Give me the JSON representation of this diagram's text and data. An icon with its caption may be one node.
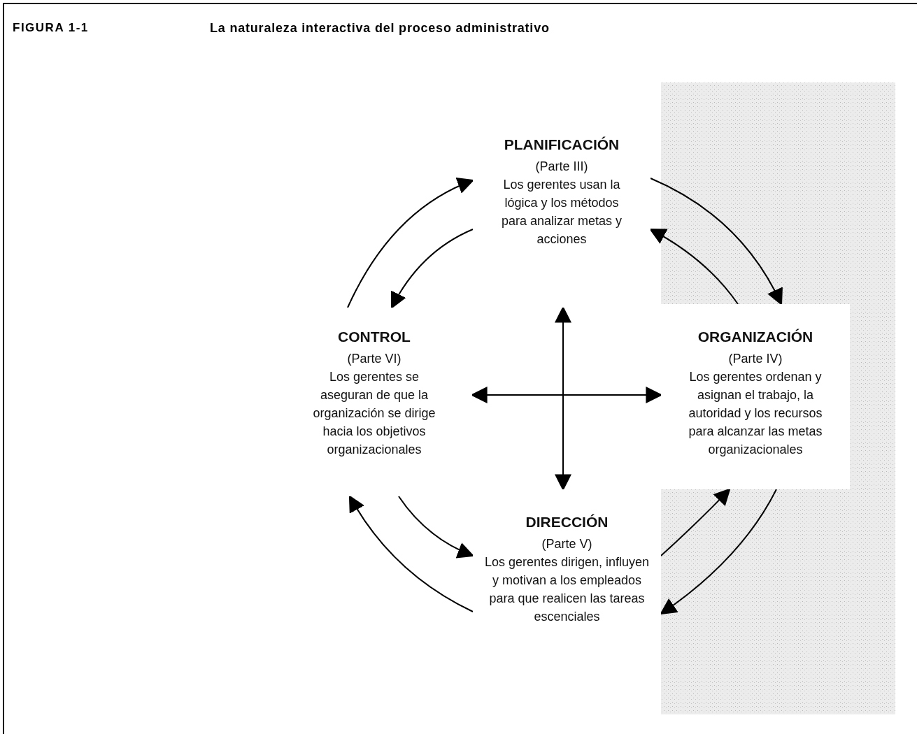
{
  "diagram": {
    "title": "La naturaleza interactiva del proceso administrativo",
    "nodes": [
      {
        "text": [
          "PLANIFICACIÓN",
          "(Parte III)",
          "Los gerentes usan la lógica y los métodos para analizar metas y acciones"
        ]
      },
      {
        "text": [
          "CONTROL",
          "(Parte VI)",
          "Los gerentes se aseguran de que la organización se dirige hacia los objetivos organizacionales"
        ]
      },
      {
        "text": [
          "ORGANIZACIÓN",
          "(Parte IV)",
          "Los gerentes ordenan y asignan el trabajo, la autoridad y los recursos para alcanzar las metas organizacionales"
        ]
      },
      {
        "text": [
          "DIRECCIÓN",
          "(Parte V)",
          "Los gerentes dirigen, influyen y motivan a los empleados para que realicen las tareas escenciales"
        ]
      }
    ],
    "edges": [
      {
        "from": 1,
        "to": 0,
        "arrow": "to"
      },
      {
        "from": 0,
        "to": 1,
        "arrow": "to"
      },
      {
        "from": 0,
        "to": 2,
        "arrow": "to"
      },
      {
        "from": 2,
        "to": 0,
        "arrow": "to"
      },
      {
        "from": 3,
        "to": 2,
        "arrow": "to"
      },
      {
        "from": 2,
        "to": 3,
        "arrow": "to"
      },
      {
        "from": 1,
        "to": 3,
        "arrow": "to"
      },
      {
        "from": 3,
        "to": 1,
        "arrow": "to"
      },
      {
        "from": 0,
        "to": 3,
        "arrow": "both"
      },
      {
        "from": 1,
        "to": 2,
        "arrow": "both"
      }
    ],
    "labels": [
      "FIGURA 1-1"
    ]
  }
}
